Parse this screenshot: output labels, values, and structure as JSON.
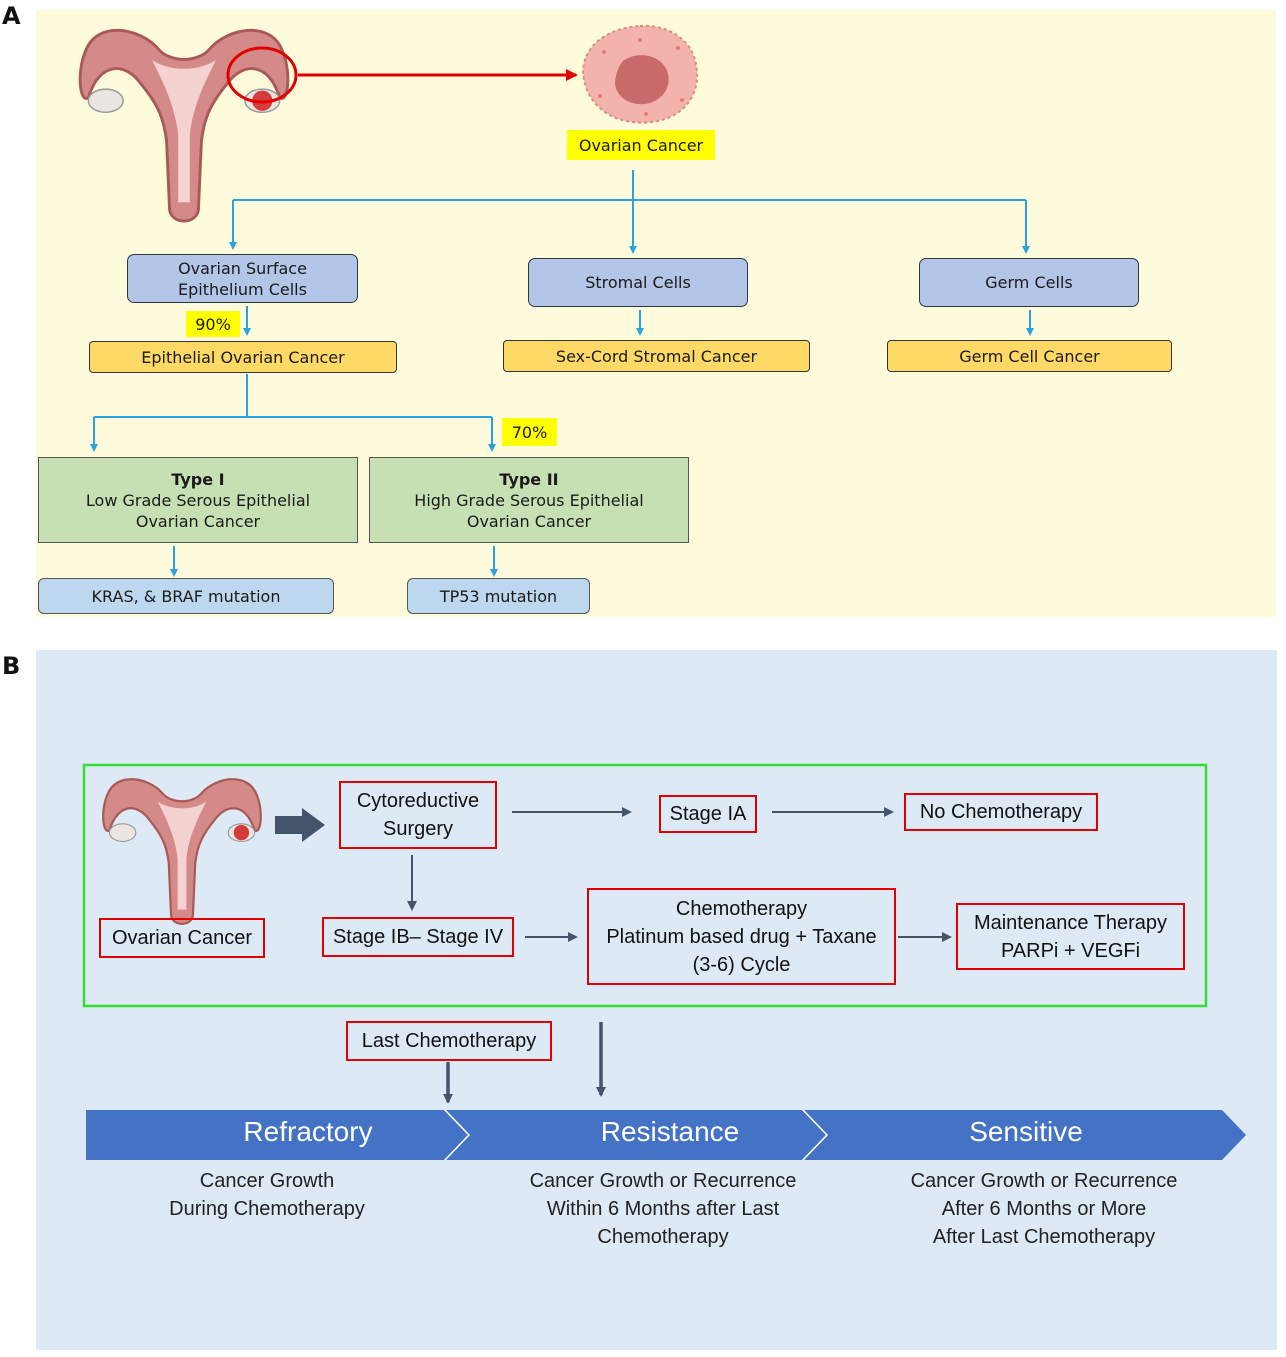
{
  "panel_a": {
    "label": "A",
    "root": "Ovarian Cancer",
    "origins": [
      {
        "lines": [
          "Ovarian Surface",
          "Epithelium Cells"
        ],
        "cancer": "Epithelial Ovarian Cancer"
      },
      {
        "lines": [
          "Stromal Cells"
        ],
        "cancer": "Sex-Cord Stromal Cancer"
      },
      {
        "lines": [
          "Germ Cells"
        ],
        "cancer": "Germ Cell Cancer"
      }
    ],
    "epithelial_share": "90%",
    "type2_share": "70%",
    "types": [
      {
        "title": "Type I",
        "lines": [
          "Low Grade Serous Epithelial",
          "Ovarian Cancer"
        ],
        "mutation": "KRAS, & BRAF mutation"
      },
      {
        "title": "Type II",
        "lines": [
          "High Grade Serous Epithelial",
          "Ovarian Cancer"
        ],
        "mutation": "TP53 mutation"
      }
    ]
  },
  "panel_b": {
    "label": "B",
    "start": "Ovarian Cancer",
    "surgery": [
      "Cytoreductive",
      "Surgery"
    ],
    "stage_early": "Stage IA",
    "no_chemo": "No Chemotherapy",
    "stage_late": "Stage IB– Stage IV",
    "chemo": [
      "Chemotherapy",
      "Platinum based drug + Taxane",
      "(3-6) Cycle"
    ],
    "maintenance": [
      "Maintenance Therapy",
      "PARPi + VEGFi"
    ],
    "last_chemo": "Last Chemotherapy",
    "phases": [
      {
        "name": "Refractory",
        "desc": [
          "Cancer Growth",
          "During Chemotherapy"
        ]
      },
      {
        "name": "Resistance",
        "desc": [
          "Cancer Growth or Recurrence",
          "Within 6 Months after Last",
          "Chemotherapy"
        ]
      },
      {
        "name": "Sensitive",
        "desc": [
          "Cancer Growth or Recurrence",
          "After 6 Months or More",
          "After Last Chemotherapy"
        ]
      }
    ]
  },
  "colors": {
    "panel_a_bg": "#fefbdc",
    "panel_b_bg": "#dde9f5",
    "connector": "#29a3e0",
    "red": "#e00000",
    "chevron": "#4472c4",
    "green_frame": "#33dd33"
  }
}
